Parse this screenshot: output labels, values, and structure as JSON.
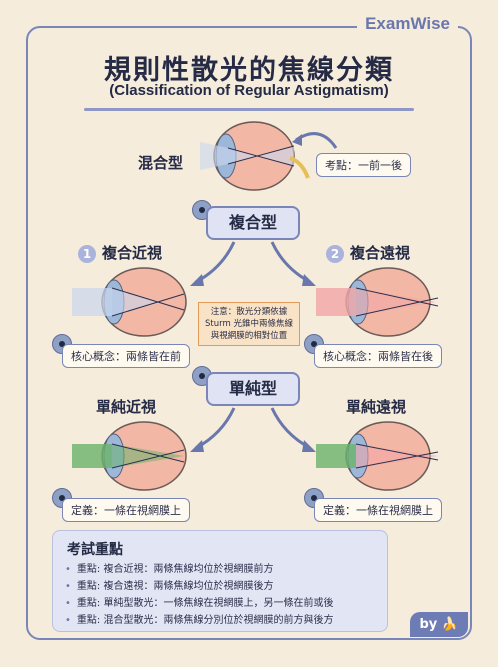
{
  "brand": "ExamWise",
  "title": "規則性散光的焦線分類",
  "subtitle": "(Classification of Regular Astigmatism)",
  "mixed": {
    "label": "混合型",
    "point": "考點：一前一後"
  },
  "compound": {
    "header": "複合型",
    "myopia": {
      "num": "1",
      "label": "複合近視",
      "concept": "核心概念：兩條皆在前"
    },
    "hyperopia": {
      "num": "2",
      "label": "複合遠視",
      "concept": "核心概念：兩條皆在後"
    }
  },
  "note": {
    "line1": "注意：散光分類依據",
    "line2": "Sturm 光錐中兩條焦線",
    "line3": "與視網膜的相對位置"
  },
  "simple": {
    "header": "單純型",
    "myopia": {
      "label": "單純近視",
      "definition": "定義：一條在視網膜上"
    },
    "hyperopia": {
      "label": "單純遠視",
      "definition": "定義：一條在視網膜上"
    }
  },
  "summary": {
    "title": "考試重點",
    "items": [
      "重點: 複合近視：兩條焦線均位於視網膜前方",
      "重點: 複合遠視：兩條焦線均位於視網膜後方",
      "重點: 單純型散光：一條焦線在視網膜上，另一條在前或後",
      "重點: 混合型散光：兩條焦線分別位於視網膜的前方與後方"
    ]
  },
  "byline": "by",
  "colors": {
    "accent": "#7b86b8",
    "beam_red": "#e47a7a",
    "beam_green": "#6ab36a",
    "eye_pink": "#f3b7a6"
  }
}
